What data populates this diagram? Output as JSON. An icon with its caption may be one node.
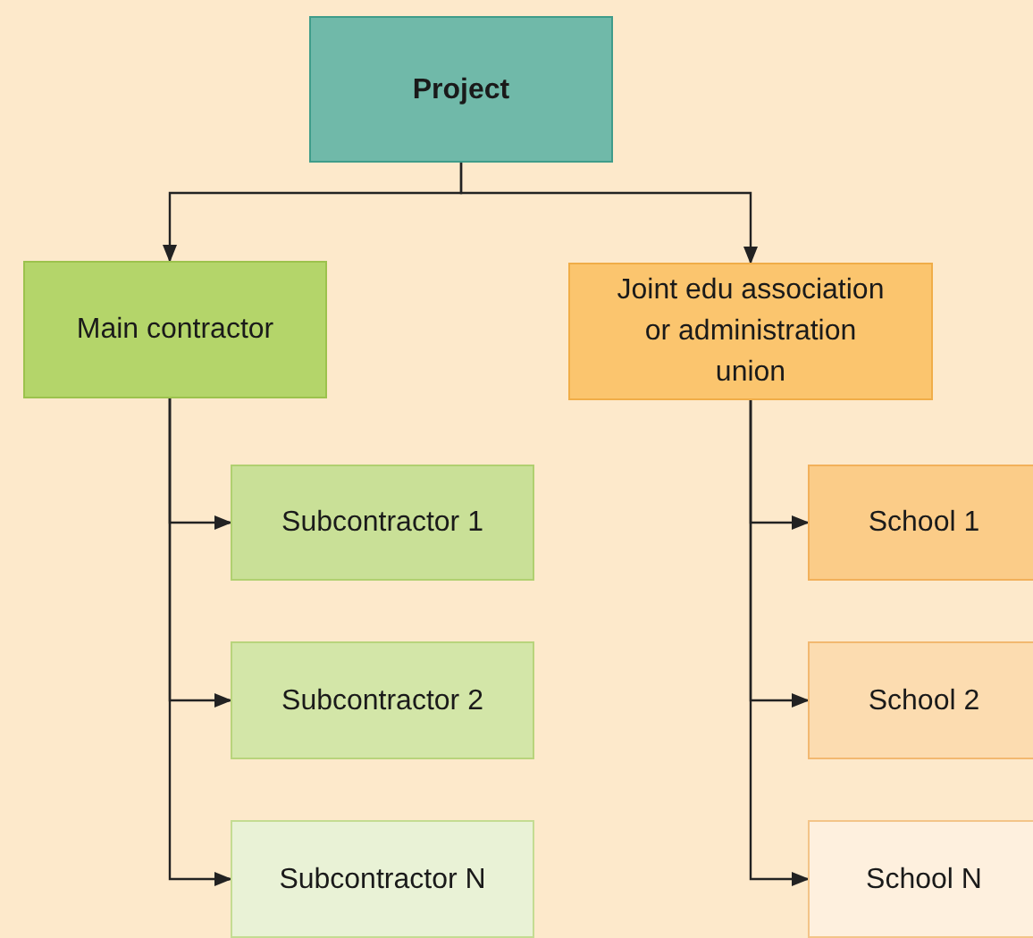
{
  "diagram": {
    "nodes": [
      {
        "text": [
          "Project"
        ]
      },
      {
        "text": [
          "Main contractor"
        ]
      },
      {
        "text": [
          "Joint edu association or administration union"
        ]
      },
      {
        "text": [
          "Subcontractor 1"
        ]
      },
      {
        "text": [
          "Subcontractor 2"
        ]
      },
      {
        "text": [
          "Subcontractor N"
        ]
      },
      {
        "text": [
          "School 1"
        ]
      },
      {
        "text": [
          "School 2"
        ]
      },
      {
        "text": [
          "School N"
        ]
      }
    ],
    "edges": [
      {
        "from": 0,
        "to": 1,
        "arrow": "to"
      },
      {
        "from": 0,
        "to": 2,
        "arrow": "to"
      },
      {
        "from": 1,
        "to": 3,
        "arrow": "to"
      },
      {
        "from": 1,
        "to": 4,
        "arrow": "to"
      },
      {
        "from": 1,
        "to": 5,
        "arrow": "to"
      },
      {
        "from": 2,
        "to": 6,
        "arrow": "to"
      },
      {
        "from": 2,
        "to": 7,
        "arrow": "to"
      },
      {
        "from": 2,
        "to": 8,
        "arrow": "to"
      }
    ]
  }
}
